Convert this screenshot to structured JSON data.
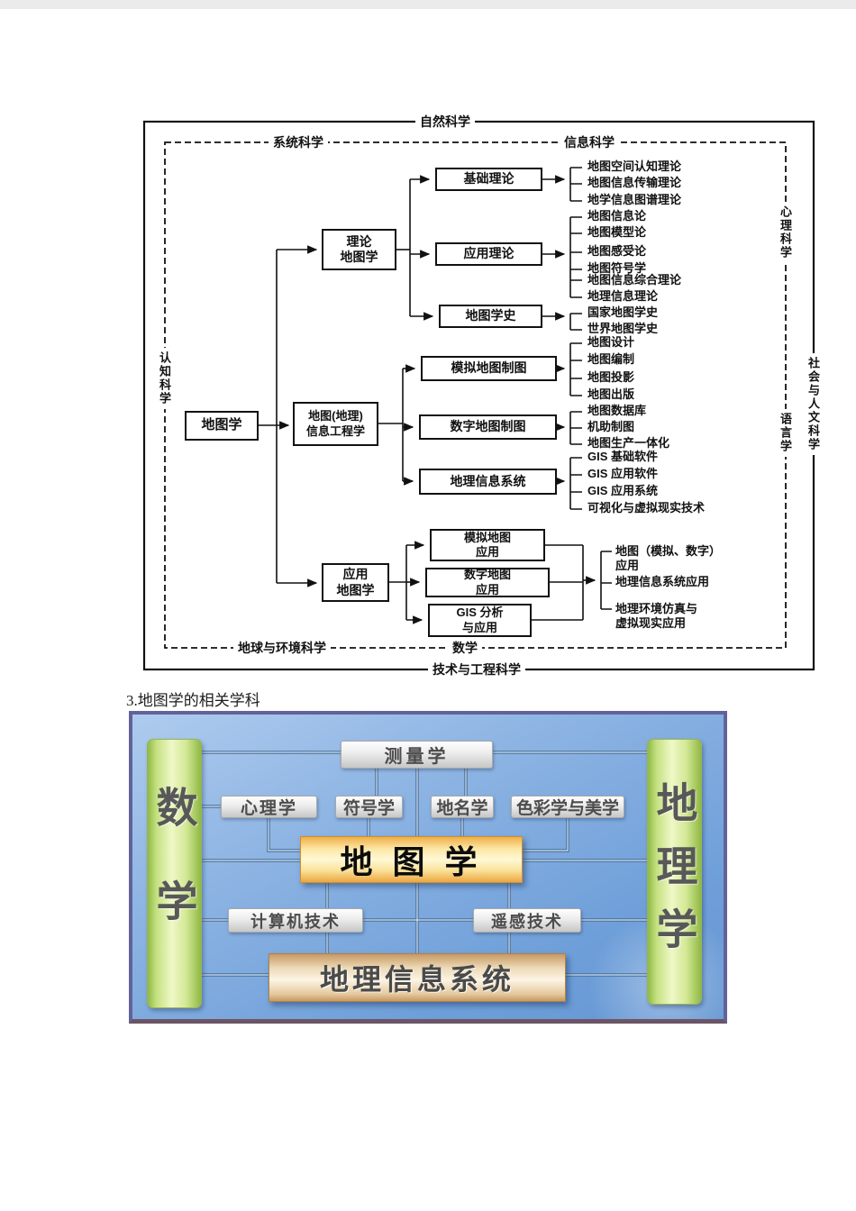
{
  "page": {
    "section_heading": "3.地图学的相关学科"
  },
  "diagram1": {
    "border_labels": {
      "natural_science": "自然科学",
      "tech_engineering_science": "技术与工程科学",
      "social_humanities_science": "社会与人文科学",
      "system_science": "系统科学",
      "information_science": "信息科学",
      "cognitive_science": "认知科学",
      "psychological_science": "心理科学",
      "linguistics": "语言学",
      "earth_environment_science": "地球与环境科学",
      "mathematics": "数学"
    },
    "boxes": {
      "root": "地图学",
      "theoretical_cartography": "理论\n地图学",
      "map_info_engineering": "地图(地理)\n信息工程学",
      "applied_cartography": "应用\n地图学",
      "basic_theory": "基础理论",
      "applied_theory": "应用理论",
      "cartography_history": "地图学史",
      "analog_mapping": "模拟地图制图",
      "digital_mapping": "数字地图制图",
      "gis": "地理信息系统",
      "analog_map_app": "模拟地图\n应用",
      "digital_map_app": "数字地图\n应用",
      "gis_analysis_app": "GIS 分析\n与应用"
    },
    "leaves": {
      "basic_theory": [
        "地图空间认知理论",
        "地图信息传输理论",
        "地学信息图谱理论"
      ],
      "applied_theory": [
        "地图信息论",
        "地图模型论",
        "地图感受论",
        "地图符号学",
        "地图信息综合理论",
        "地理信息理论"
      ],
      "cartography_history": [
        "国家地图学史",
        "世界地图学史"
      ],
      "analog_mapping": [
        "地图设计",
        "地图编制",
        "地图投影",
        "地图出版"
      ],
      "digital_mapping": [
        "地图数据库",
        "机助制图",
        "地图生产一体化"
      ],
      "gis": [
        "GIS 基础软件",
        "GIS 应用软件",
        "GIS 应用系统",
        "可视化与虚拟现实技术"
      ],
      "applications": [
        "地图（模拟、数字）\n应用",
        "地理信息系统应用",
        "地理环境仿真与\n虚拟现实应用"
      ]
    }
  },
  "diagram2": {
    "left_pillar": "数学",
    "right_pillar": "地理学",
    "surveying": "测量学",
    "psychology": "心理学",
    "semiotics": "符号学",
    "toponymy": "地名学",
    "color_aesthetics": "色彩学与美学",
    "cartography": "地 图 学",
    "computer_tech": "计算机技术",
    "remote_sensing": "遥感技术",
    "gis": "地理信息系统",
    "colors": {
      "background_top": "#a9c7ec",
      "background_bottom": "#6b9cd6",
      "frame": "#62629b",
      "pillar_green": "#cfe796",
      "gold_box": "#fbe9a8",
      "tan_box": "#e9d0a8",
      "connector": "#4f6f93"
    }
  }
}
